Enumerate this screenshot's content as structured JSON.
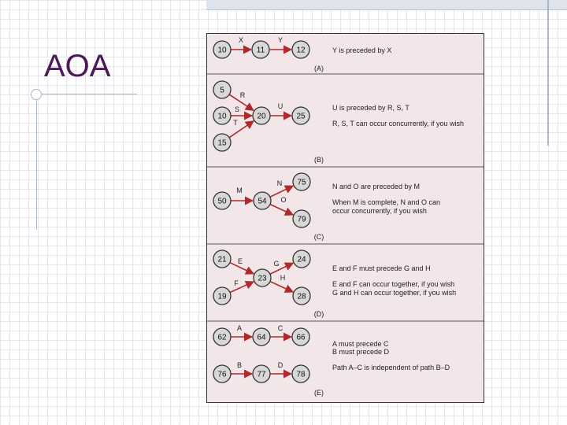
{
  "slide": {
    "title": "AOA"
  },
  "figure": {
    "background": "#f2e6e8",
    "arrow_color": "#b02a2a",
    "node_fill": "#d8d8d8",
    "panels": [
      {
        "id": "A",
        "label": "(A)",
        "nodes": [
          {
            "id": "10",
            "label": "10"
          },
          {
            "id": "11",
            "label": "11"
          },
          {
            "id": "12",
            "label": "12"
          }
        ],
        "activities": [
          {
            "from": "10",
            "to": "11",
            "label": "X"
          },
          {
            "from": "11",
            "to": "12",
            "label": "Y"
          }
        ],
        "notes": [
          "Y is preceded by X"
        ]
      },
      {
        "id": "B",
        "label": "(B)",
        "nodes": [
          {
            "id": "5",
            "label": "5"
          },
          {
            "id": "10",
            "label": "10"
          },
          {
            "id": "15",
            "label": "15"
          },
          {
            "id": "20",
            "label": "20"
          },
          {
            "id": "25",
            "label": "25"
          }
        ],
        "activities": [
          {
            "from": "5",
            "to": "20",
            "label": "R"
          },
          {
            "from": "10",
            "to": "20",
            "label": "S"
          },
          {
            "from": "15",
            "to": "20",
            "label": "T"
          },
          {
            "from": "20",
            "to": "25",
            "label": "U"
          }
        ],
        "notes": [
          "U is preceded by R, S, T",
          "R, S, T can occur concurrently, if you wish"
        ]
      },
      {
        "id": "C",
        "label": "(C)",
        "nodes": [
          {
            "id": "50",
            "label": "50"
          },
          {
            "id": "54",
            "label": "54"
          },
          {
            "id": "75",
            "label": "75"
          },
          {
            "id": "79",
            "label": "79"
          }
        ],
        "activities": [
          {
            "from": "50",
            "to": "54",
            "label": "M"
          },
          {
            "from": "54",
            "to": "75",
            "label": "N"
          },
          {
            "from": "54",
            "to": "79",
            "label": "O"
          }
        ],
        "notes": [
          "N and O are preceded by M",
          "When M is complete, N and O can",
          "occur concurrently, if you wish"
        ]
      },
      {
        "id": "D",
        "label": "(D)",
        "nodes": [
          {
            "id": "21",
            "label": "21"
          },
          {
            "id": "19",
            "label": "19"
          },
          {
            "id": "23",
            "label": "23"
          },
          {
            "id": "24",
            "label": "24"
          },
          {
            "id": "28",
            "label": "28"
          }
        ],
        "activities": [
          {
            "from": "21",
            "to": "23",
            "label": "E"
          },
          {
            "from": "19",
            "to": "23",
            "label": "F"
          },
          {
            "from": "23",
            "to": "24",
            "label": "G"
          },
          {
            "from": "23",
            "to": "28",
            "label": "H"
          }
        ],
        "notes": [
          "E and F must precede G and H",
          "E and F can occur together, if you wish",
          "G and H can occur together, if you wish"
        ]
      },
      {
        "id": "E",
        "label": "(E)",
        "nodes": [
          {
            "id": "62",
            "label": "62"
          },
          {
            "id": "64",
            "label": "64"
          },
          {
            "id": "66",
            "label": "66"
          },
          {
            "id": "76",
            "label": "76"
          },
          {
            "id": "77",
            "label": "77"
          },
          {
            "id": "78",
            "label": "78"
          }
        ],
        "activities": [
          {
            "from": "62",
            "to": "64",
            "label": "A"
          },
          {
            "from": "64",
            "to": "66",
            "label": "C"
          },
          {
            "from": "76",
            "to": "77",
            "label": "B"
          },
          {
            "from": "77",
            "to": "78",
            "label": "D"
          }
        ],
        "notes": [
          "A must precede C",
          "B must precede D",
          "Path A–C is independent of path B–D"
        ]
      }
    ]
  }
}
